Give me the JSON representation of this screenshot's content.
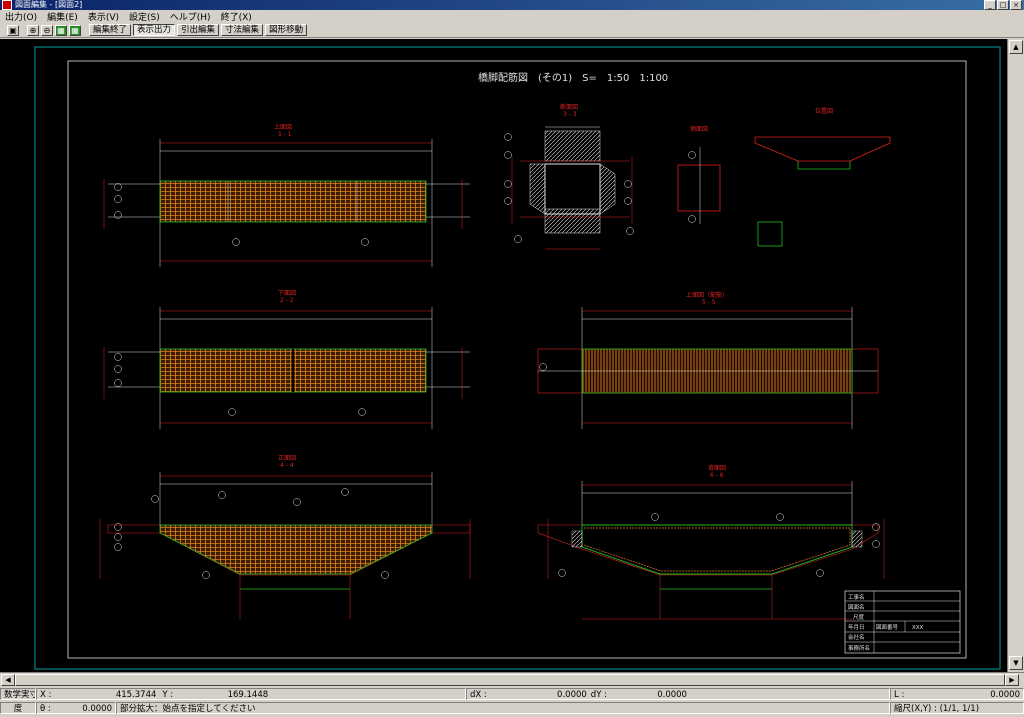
{
  "window": {
    "title": "図面編集 - [図面2]",
    "min": "_",
    "max": "□",
    "close": "×"
  },
  "menu": [
    "出力(O)",
    "編集(E)",
    "表示(V)",
    "設定(S)",
    "ヘルプ(H)",
    "終了(X)"
  ],
  "toolbar": {
    "buttons": [
      "編集終了",
      "表示出力",
      "引出編集",
      "寸法編集",
      "図形移動"
    ]
  },
  "drawing": {
    "title": "橋脚配筋図　(その1)　S=　1:50　1:100",
    "views": {
      "top1": "上面図",
      "top1_sec": "1 - 1",
      "cross": "断面図",
      "cross_sec": "3 - 3",
      "side": "側面図",
      "pos": "位置図",
      "bottom2": "下面図",
      "bottom2_sec": "2 - 2",
      "top_plan": "上面図（配筋）",
      "top_plan_sec": "5 - 5",
      "front": "正面図",
      "front_sec": "4 - 4",
      "back": "背面図",
      "back_sec": "6 - 6"
    },
    "title_block": {
      "r1": "工事名",
      "r2": "図面名",
      "r3": "尺度",
      "r4": "年月日",
      "r4b": "図面番号",
      "r4c": "XXX",
      "r5": "会社名",
      "r6": "事務所名"
    }
  },
  "status": {
    "mode_label": "数学実寸",
    "x_label": "X :",
    "x_val": "415.3744",
    "y_label": "Y :",
    "y_val": "169.1448",
    "dx_label": "dX :",
    "dx_val": "0.0000",
    "dy_label": "dY :",
    "dy_val": "0.0000",
    "l_label": "L :",
    "l_val": "0.0000",
    "deg_label": "度",
    "theta_label": "θ :",
    "theta_val": "0.0000",
    "message": "部分拡大：始点を指定してください",
    "scale": "縮尺(X,Y) :  (1/1, 1/1)"
  },
  "colors": {
    "canvas": "#000000",
    "frame": "#00a0a0",
    "red": "#e02020",
    "green": "#20c020",
    "orange": "#e08020",
    "white": "#e0e0e0"
  }
}
